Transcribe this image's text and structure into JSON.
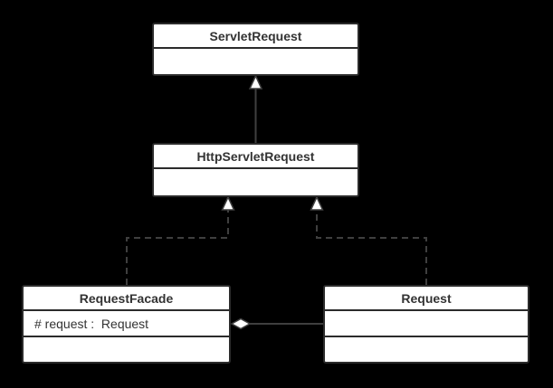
{
  "diagram": {
    "type": "uml-class-diagram",
    "classes": [
      {
        "id": "servletrequest",
        "name": "ServletRequest",
        "attributes": [],
        "methods": []
      },
      {
        "id": "httpservletrequest",
        "name": "HttpServletRequest",
        "attributes": [],
        "methods": []
      },
      {
        "id": "requestfacade",
        "name": "RequestFacade",
        "attributes": [
          "# request :  Request"
        ],
        "methods": []
      },
      {
        "id": "request",
        "name": "Request",
        "attributes": [],
        "methods": []
      }
    ],
    "relationships": [
      {
        "from": "HttpServletRequest",
        "to": "ServletRequest",
        "type": "generalization",
        "line": "solid",
        "marker": "hollow-triangle"
      },
      {
        "from": "RequestFacade",
        "to": "HttpServletRequest",
        "type": "realization",
        "line": "dashed",
        "marker": "hollow-triangle"
      },
      {
        "from": "Request",
        "to": "HttpServletRequest",
        "type": "realization",
        "line": "dashed",
        "marker": "hollow-triangle"
      },
      {
        "from": "Request",
        "to": "RequestFacade",
        "type": "aggregation",
        "line": "solid",
        "marker": "hollow-diamond"
      }
    ],
    "colors": {
      "background": "#000000",
      "box_fill": "#ffffff",
      "box_border": "#2b2b2b",
      "line": "#3f3f3f",
      "text": "#333333"
    }
  }
}
